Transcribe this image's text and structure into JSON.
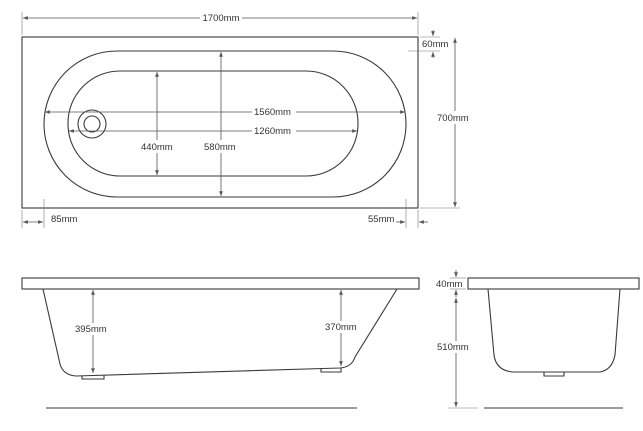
{
  "plan_view": {
    "overall_length": "1700mm",
    "overall_width": "700mm",
    "rim_width": "60mm",
    "inner_length_top": "1560mm",
    "inner_length_base": "1260mm",
    "inner_width_top": "580mm",
    "inner_width_base": "440mm",
    "left_offset": "85mm",
    "right_offset": "55mm"
  },
  "side_view": {
    "depth_left": "395mm",
    "depth_right": "370mm"
  },
  "end_view": {
    "rim_thickness": "40mm",
    "depth": "510mm"
  },
  "colors": {
    "outline": "#3a3a3a",
    "dimension": "#555555"
  }
}
